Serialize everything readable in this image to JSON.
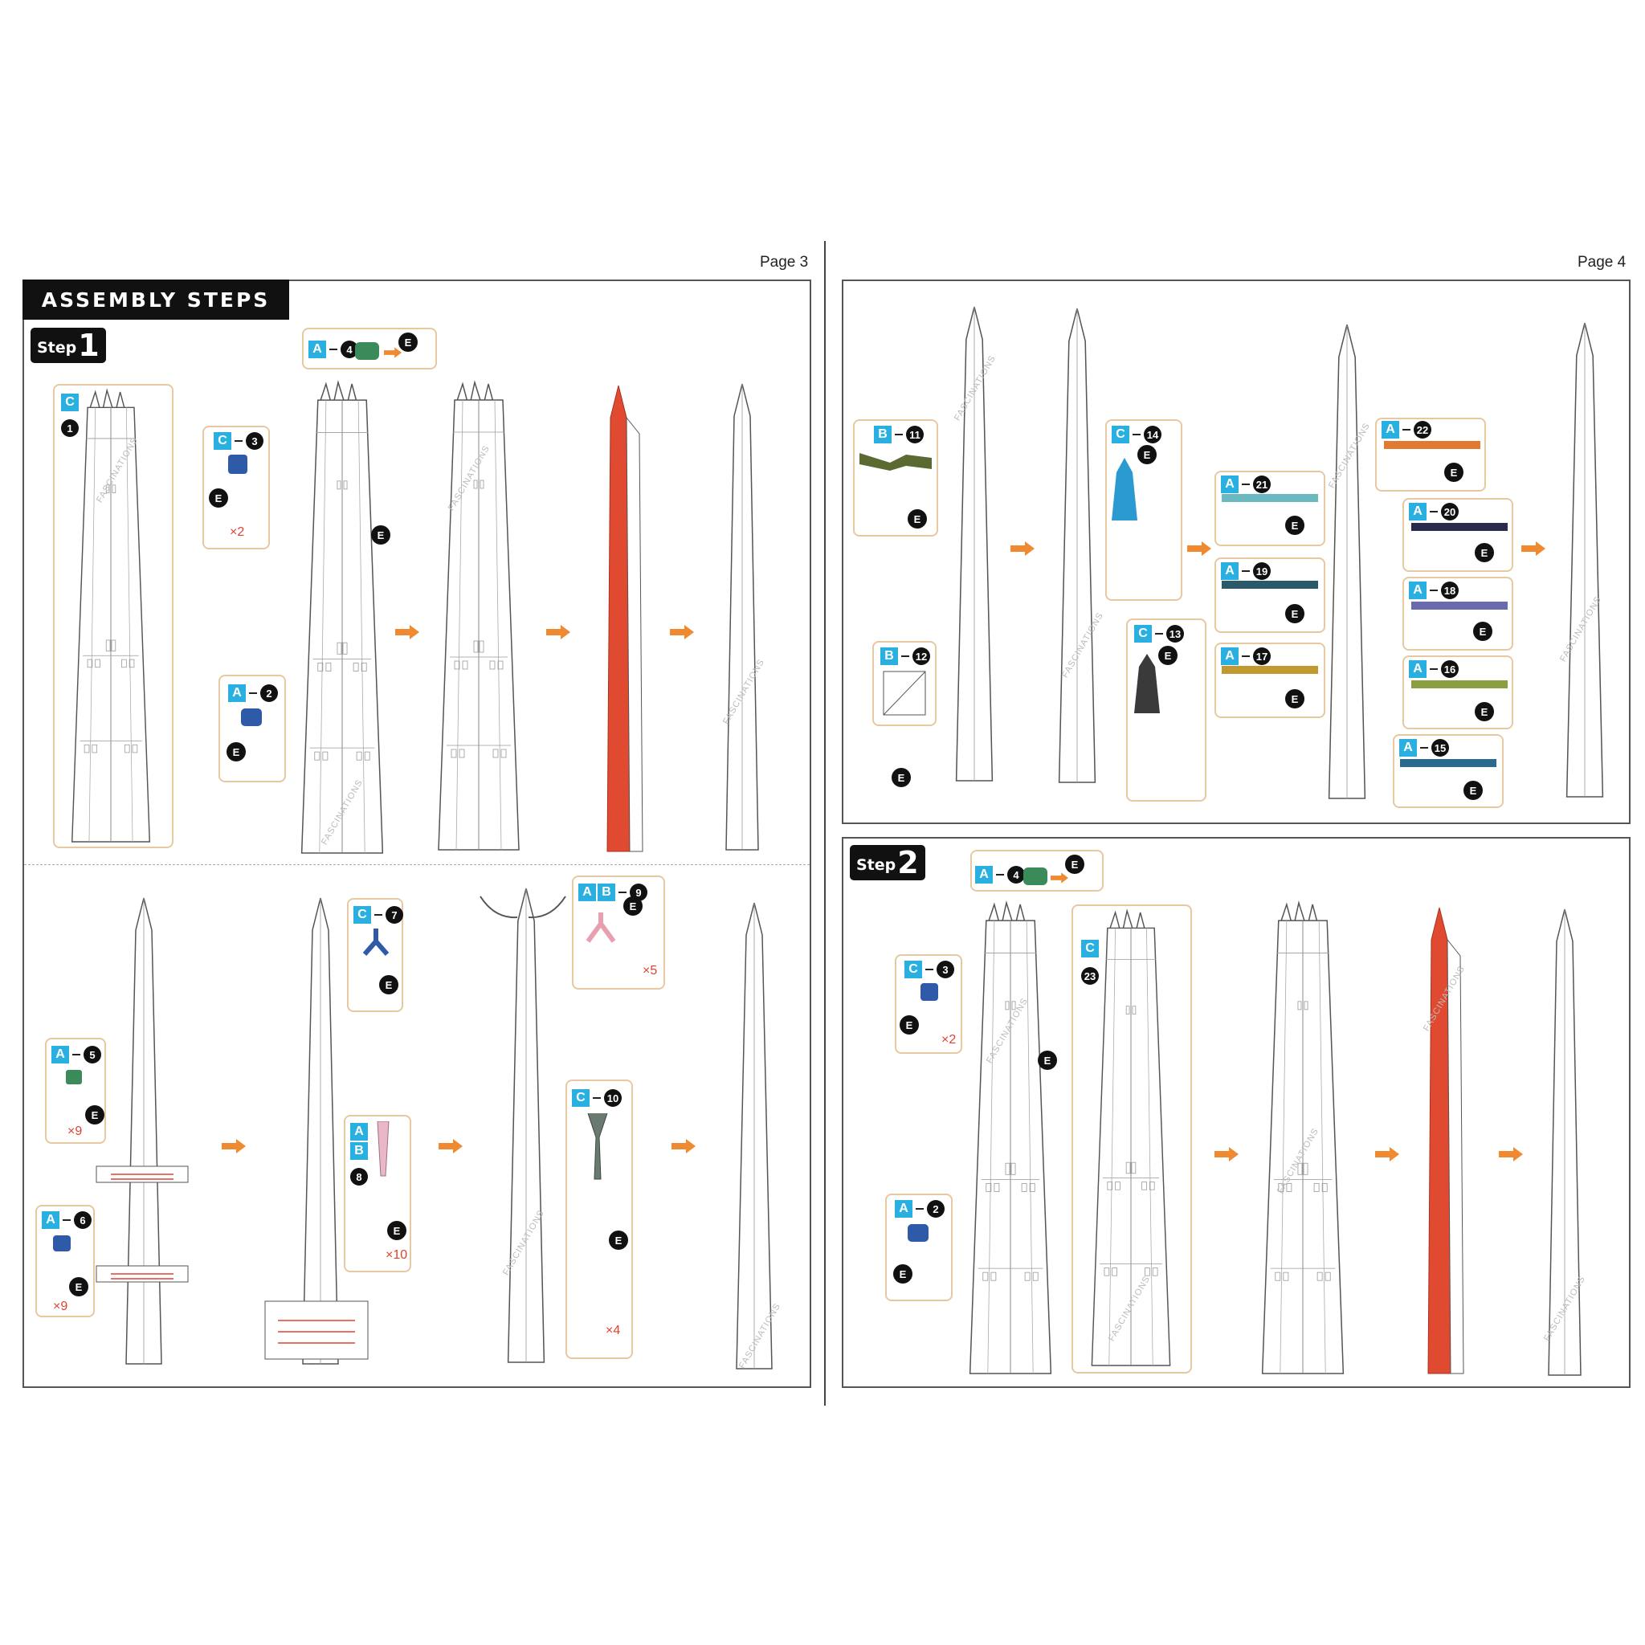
{
  "pages": {
    "left_label": "Page 3",
    "right_label": "Page 4"
  },
  "header": {
    "title": "ASSEMBLY STEPS"
  },
  "steps": {
    "step1": {
      "label": "Step",
      "number": "1"
    },
    "step2": {
      "label": "Step",
      "number": "2"
    }
  },
  "watermark": "FASCINATIONS",
  "tool_label": "E",
  "sheets": {
    "A": "A",
    "B": "B",
    "C": "C"
  },
  "parts": {
    "p1": "1",
    "p2": "2",
    "p3": "3",
    "p4": "4",
    "p5": "5",
    "p6": "6",
    "p7": "7",
    "p8": "8",
    "p9": "9",
    "p10": "10",
    "p11": "11",
    "p12": "12",
    "p13": "13",
    "p14": "14",
    "p15": "15",
    "p16": "16",
    "p17": "17",
    "p18": "18",
    "p19": "19",
    "p20": "20",
    "p21": "21",
    "p22": "22",
    "p23": "23"
  },
  "quantities": {
    "x2": "×2",
    "x9": "×9",
    "x10": "×10",
    "x5": "×5",
    "x4": "×4"
  },
  "colors": {
    "sheet_tag": "#2ab0e0",
    "arrow": "#f08a30",
    "callout_border": "#e6c9a0",
    "tower_red": "#e04a30",
    "green_part": "#3a8a5a",
    "blue_part": "#2e5aa8",
    "olive_part": "#5a6a30",
    "cyan_part": "#2a9ad0",
    "dark_part": "#3a3a3a"
  }
}
